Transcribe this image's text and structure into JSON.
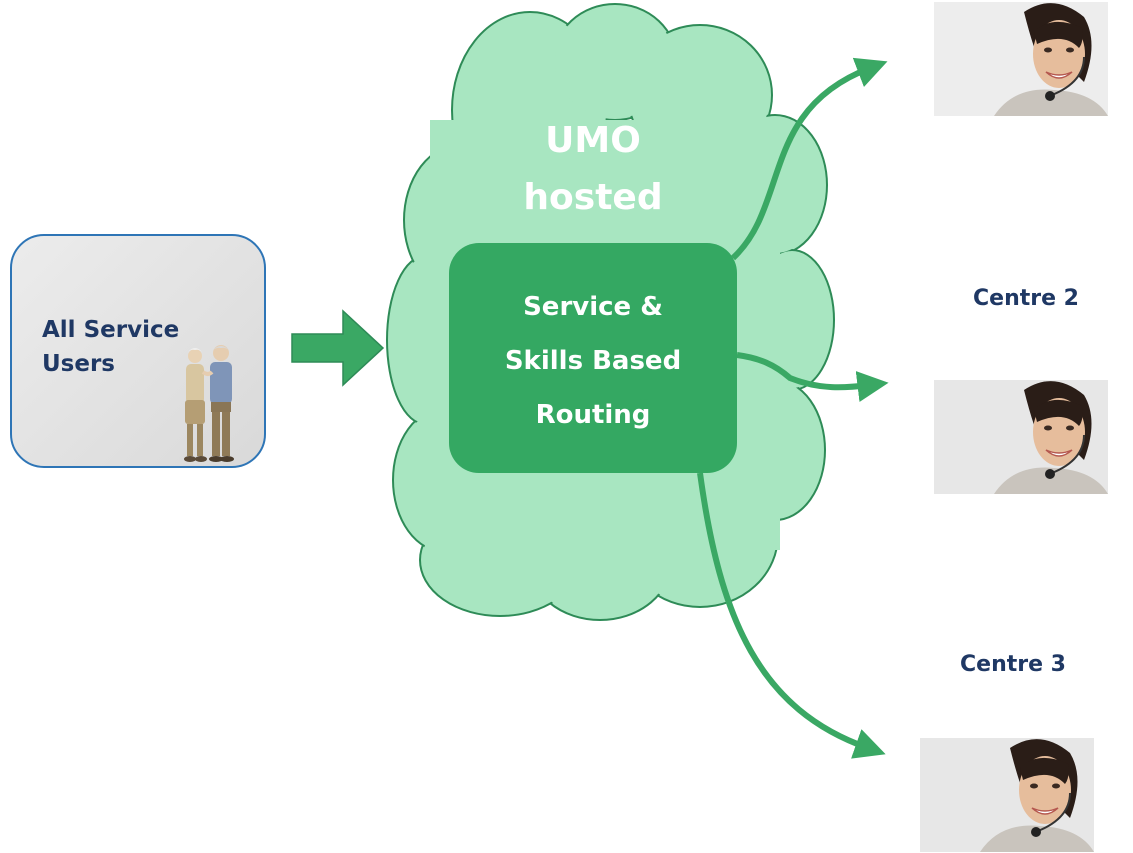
{
  "diagram": {
    "users_box": {
      "label": "All  Service\nUsers",
      "image": "elderly-couple"
    },
    "input_arrow": "block-arrow-right",
    "cloud": {
      "title": "UMO\nhosted",
      "fill_color": "#a8e6c1",
      "stroke_color": "#2e8b57"
    },
    "routing_box": {
      "label": "Service &\nSkills Based\nRouting",
      "fill_color": "#34a862"
    },
    "centres": [
      {
        "label": "",
        "image": "call-centre-agent"
      },
      {
        "label": "Centre 2",
        "image": "call-centre-agent"
      },
      {
        "label": "Centre 3",
        "image": "call-centre-agent"
      }
    ],
    "colors": {
      "arrow": "#3aa864",
      "text_dark": "#1f3864",
      "users_box_border": "#2e75b6"
    }
  }
}
